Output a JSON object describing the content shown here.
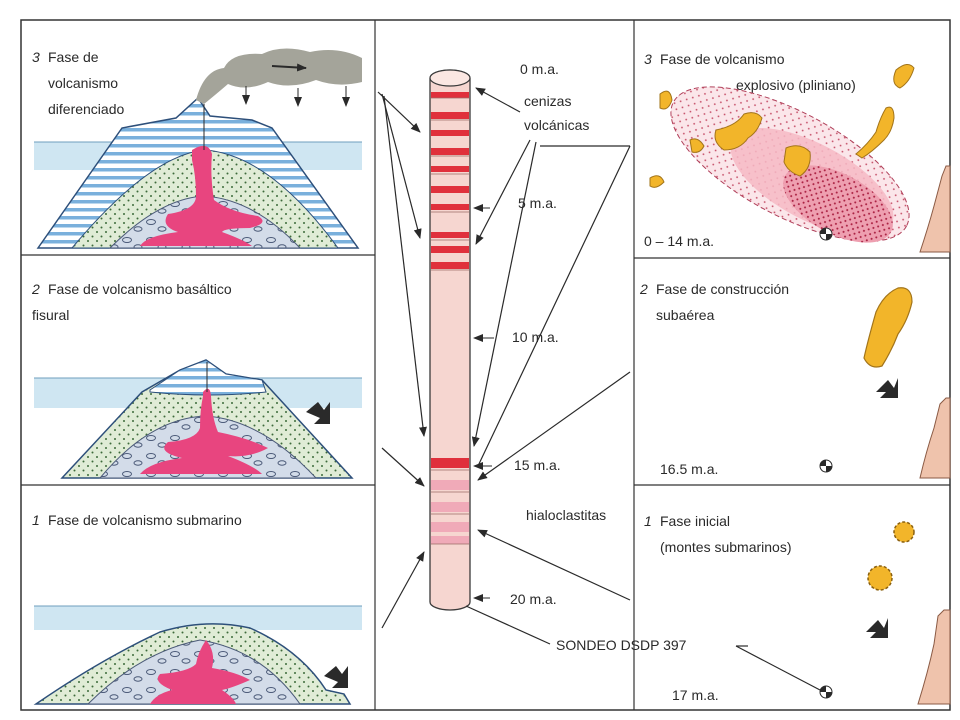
{
  "left_panels": {
    "p3": {
      "number": "3",
      "lines": [
        "Fase de",
        "volcanismo",
        "diferenciado"
      ]
    },
    "p2": {
      "number": "2",
      "lines": [
        "Fase de volcanismo basáltico",
        "fisural"
      ]
    },
    "p1": {
      "number": "1",
      "lines": [
        "Fase de volcanismo submarino"
      ]
    }
  },
  "column": {
    "age_labels": [
      "0 m.a.",
      "5 m.a.",
      "10 m.a.",
      "15 m.a.",
      "20 m.a."
    ],
    "unit_labels": [
      "cenizas",
      "volcánicas",
      "hialoclastitas"
    ],
    "borehole_label": "SONDEO DSDP 397"
  },
  "right_panels": {
    "p3": {
      "number": "3",
      "lines": [
        "Fase de volcanismo",
        "explosivo (pliniano)"
      ],
      "age": "0 – 14 m.a."
    },
    "p2": {
      "number": "2",
      "lines": [
        "Fase de construcción",
        "subaérea"
      ],
      "age": "16.5 m.a."
    },
    "p1": {
      "number": "1",
      "lines": [
        "Fase inicial",
        "(montes submarinos)"
      ],
      "age": "17 m.a."
    }
  },
  "colors": {
    "magma": "#e8457f",
    "sea": "#cfe6f2",
    "lava_stripe": "#7ab0dc",
    "hyaloclastite": "#e0ecd6",
    "column": "#f6d6d0",
    "ash_band": "#e0303c",
    "island": "#f2b52a",
    "continent": "#efc3ac",
    "plume": "#a4a49a"
  }
}
